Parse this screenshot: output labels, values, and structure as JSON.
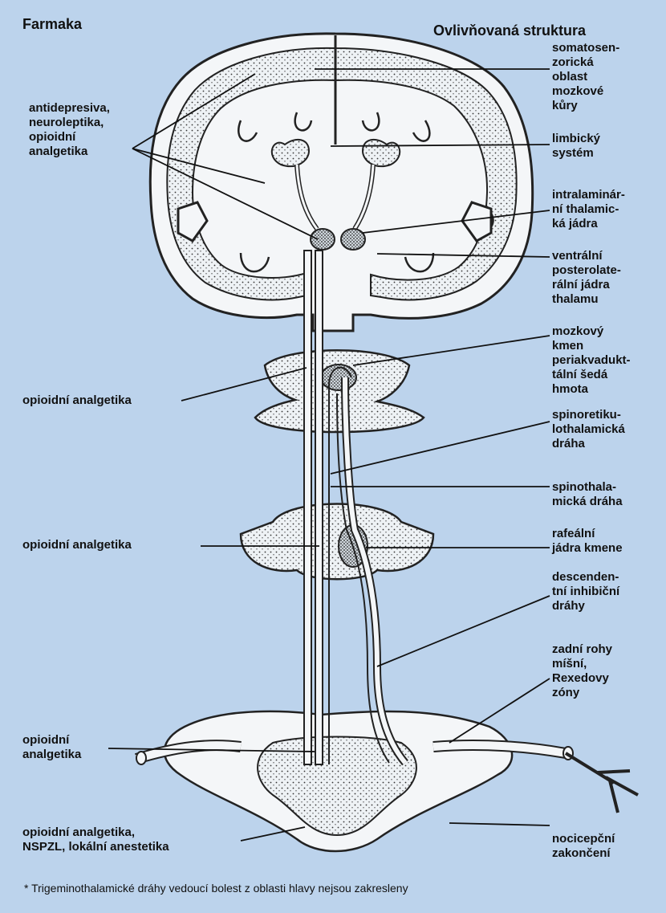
{
  "headers": {
    "left": "Farmaka",
    "right": "Ovlivňovaná struktura"
  },
  "drugs": [
    "antidepresiva,\nneuroleptika,\nopioidní\nanalgetika",
    "opioidní analgetika",
    "opioidní analgetika",
    "opioidní\nanalgetika",
    "opioidní analgetika,\nNSPZL, lokální anestetika"
  ],
  "structures": [
    "somatosen-\nzorická\noblast\nmozkové\nkůry",
    "limbický\nsystém",
    "intralaminár-\nní thalamic-\nká jádra",
    "ventrální\nposterolate-\nrální jádra\nthalamu",
    "mozkový\nkmen",
    "periakvadukt-\ntální šedá\nhmota",
    "spinoretiku-\nlothalamická\ndráha",
    "spinothala-\nmická dráha",
    "rafeální\njádra kmene",
    "descenden-\ntní inhibiční\ndráhy",
    "zadní rohy\nmíšní,\nRexedovy\nzóny",
    "nocicepční\nzakončení"
  ],
  "footnote": "* Trigeminothalamické dráhy vedoucí bolest z oblasti hlavy nejsou zakresleny",
  "colors": {
    "background": "#bcd3ec",
    "tissue": "#eef2f5",
    "outline": "#222222"
  }
}
